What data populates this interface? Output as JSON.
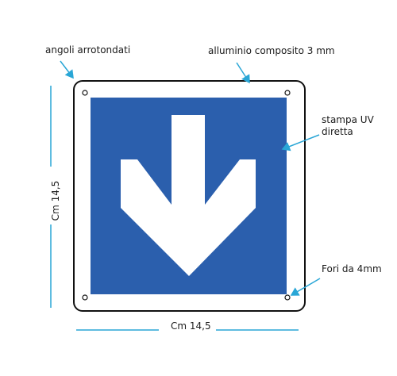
{
  "labels": {
    "rounded_corners": "angoli arrotondati",
    "material": "alluminio composito 3 mm",
    "print_line1": "stampa UV",
    "print_line2": "diretta",
    "holes": "Fori da 4mm",
    "width": "Cm 14,5",
    "height": "Cm 14,5"
  },
  "colors": {
    "sign_blue": "#2b5fad",
    "arrow_white": "#ffffff",
    "outline": "#111111",
    "dimension_line": "#29a6d6",
    "pointer": "#29a6d6"
  },
  "icons": {
    "sign_symbol": "arrow-down-icon"
  }
}
